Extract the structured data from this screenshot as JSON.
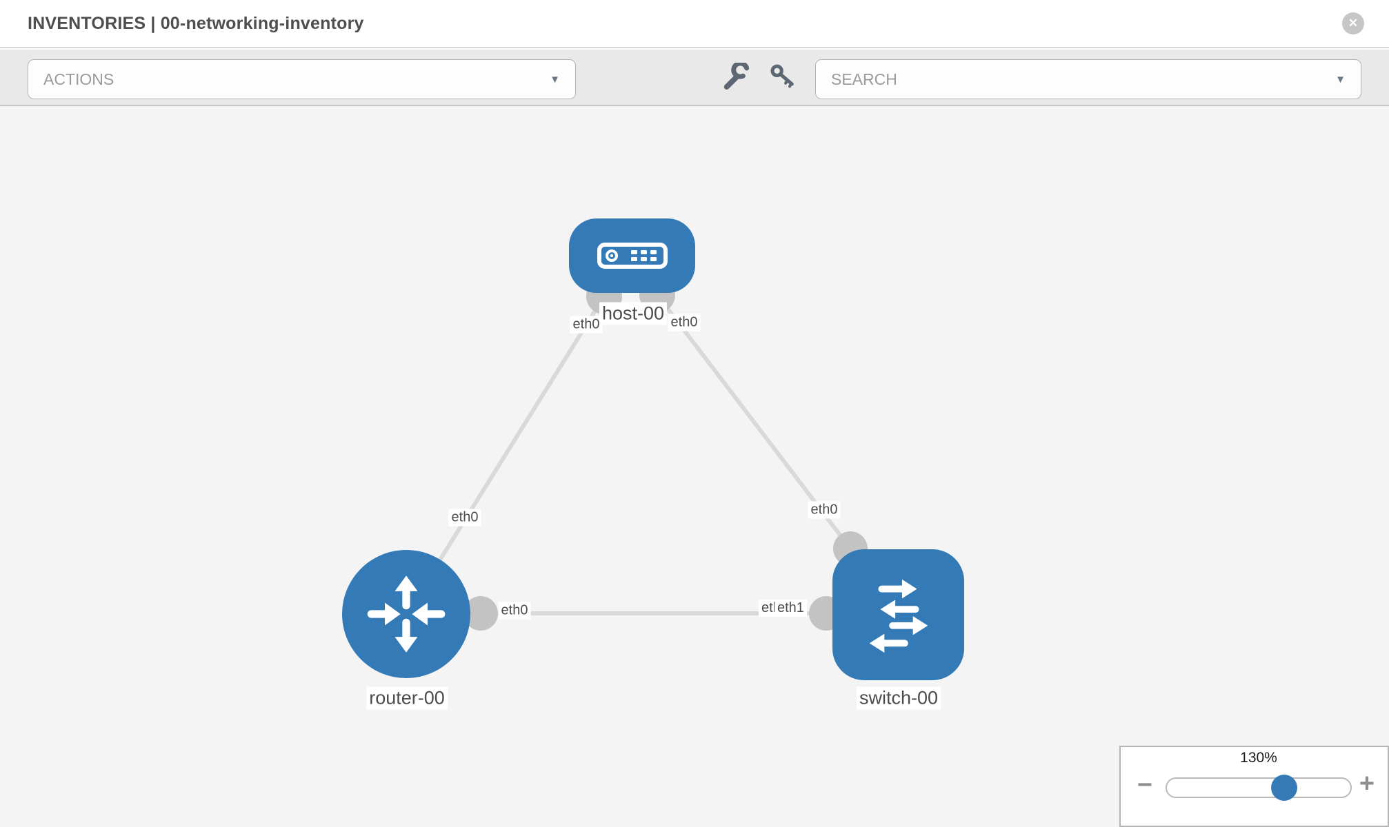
{
  "header": {
    "title": "INVENTORIES | 00-networking-inventory"
  },
  "icons": {
    "close": "✕",
    "caret": "▼",
    "minus": "−",
    "plus": "+"
  },
  "toolbar": {
    "actions_label": "ACTIONS",
    "search_placeholder": "SEARCH",
    "tool_icons": [
      "wrench-icon",
      "key-icon"
    ]
  },
  "topology": {
    "nodes": [
      {
        "id": "host-00",
        "label": "host-00",
        "type": "host"
      },
      {
        "id": "router-00",
        "label": "router-00",
        "type": "router"
      },
      {
        "id": "switch-00",
        "label": "switch-00",
        "type": "switch"
      }
    ],
    "links": [
      {
        "source": "host-00",
        "target": "router-00",
        "source_interface": "eth0",
        "target_interface": "eth0"
      },
      {
        "source": "host-00",
        "target": "switch-00",
        "source_interface": "eth0",
        "target_interface": "eth0"
      },
      {
        "source": "router-00",
        "target": "switch-00",
        "source_interface": "eth0",
        "target_interface": "eth1",
        "target_interface_overlapped": "eth1"
      }
    ]
  },
  "zoom_control": {
    "value": "130%",
    "slider_position_pct": 64
  },
  "colors": {
    "node_blue": "#337ab7",
    "link_gray": "#d9d9d9",
    "connector_gray": "#c3c3c3",
    "toolbar_gray": "#e9e9e9",
    "canvas_gray": "#f4f4f4"
  }
}
